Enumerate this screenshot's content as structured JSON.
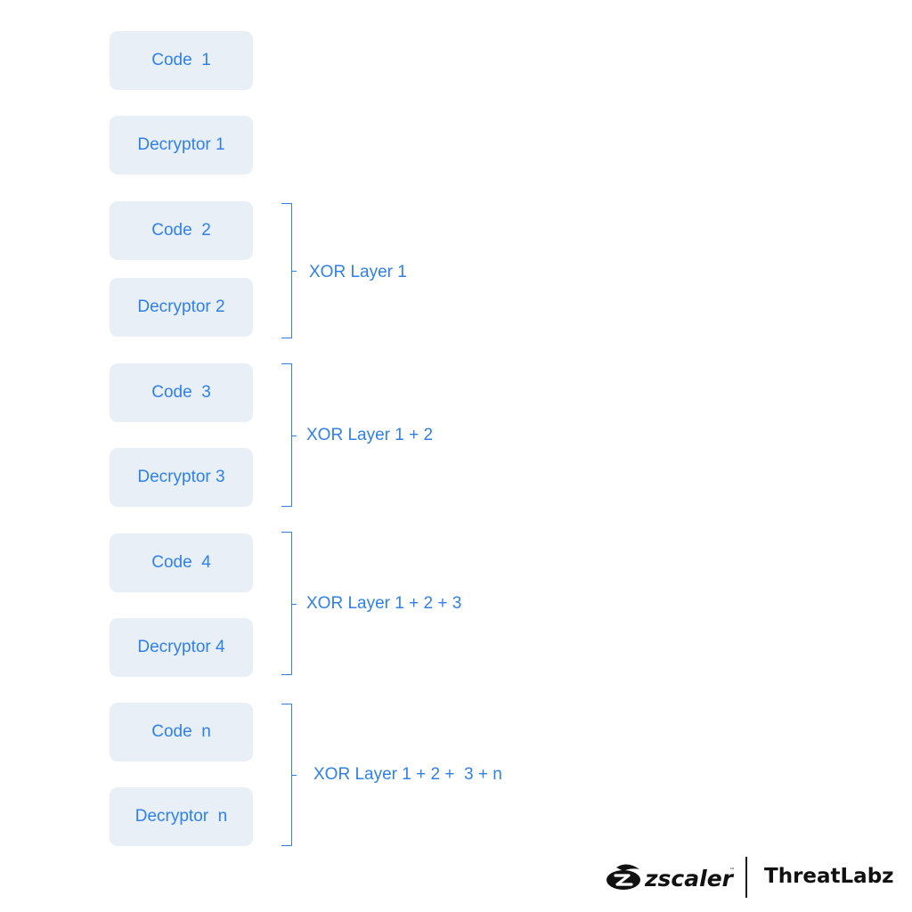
{
  "blocks": [
    {
      "label": "Code  1"
    },
    {
      "label": "Decryptor 1"
    },
    {
      "label": "Code  2"
    },
    {
      "label": "Decryptor 2"
    },
    {
      "label": "Code  3"
    },
    {
      "label": "Decryptor 3"
    },
    {
      "label": "Code  4"
    },
    {
      "label": "Decryptor 4"
    },
    {
      "label": "Code  n"
    },
    {
      "label": "Decryptor  n"
    }
  ],
  "layers": [
    {
      "label": "XOR Layer 1"
    },
    {
      "label": "XOR Layer 1 + 2"
    },
    {
      "label": "XOR Layer 1 + 2 + 3"
    },
    {
      "label": "XOR Layer 1 + 2 +  3 + n"
    }
  ],
  "footer": {
    "logo": "zscaler",
    "brand": "ThreatLabz"
  },
  "colors": {
    "accent": "#2f80ed",
    "block_fill": "#e9eff6"
  }
}
